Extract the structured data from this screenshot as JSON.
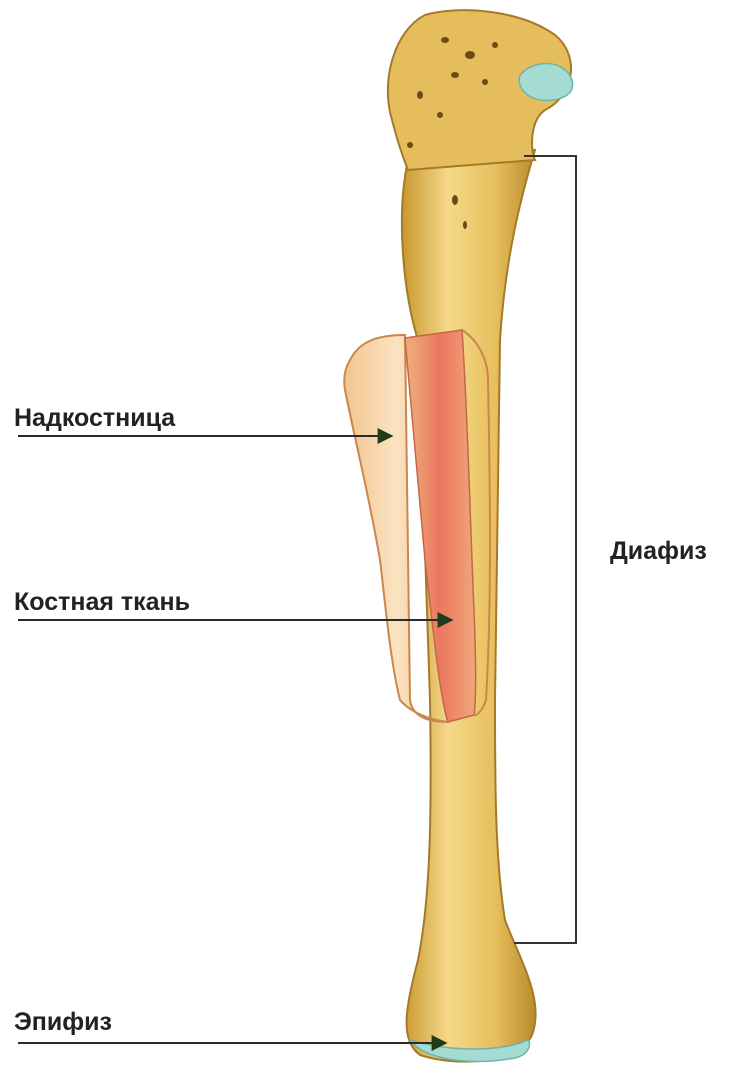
{
  "labels": {
    "periosteum": "Надкостница",
    "bone_tissue": "Костная ткань",
    "diaphysis": "Диафиз",
    "epiphysis": "Эпифиз"
  },
  "illustration": {
    "subject": "bone-icon",
    "colors": {
      "bone": "#e9c060",
      "bone_highlight": "#f7e3a0",
      "bone_shadow": "#b98a2e",
      "cartilage": "#9fd8d2",
      "periosteum": "#f2c28e",
      "bone_tissue": "#ea8a6e",
      "line": "#2a2a2a"
    }
  }
}
